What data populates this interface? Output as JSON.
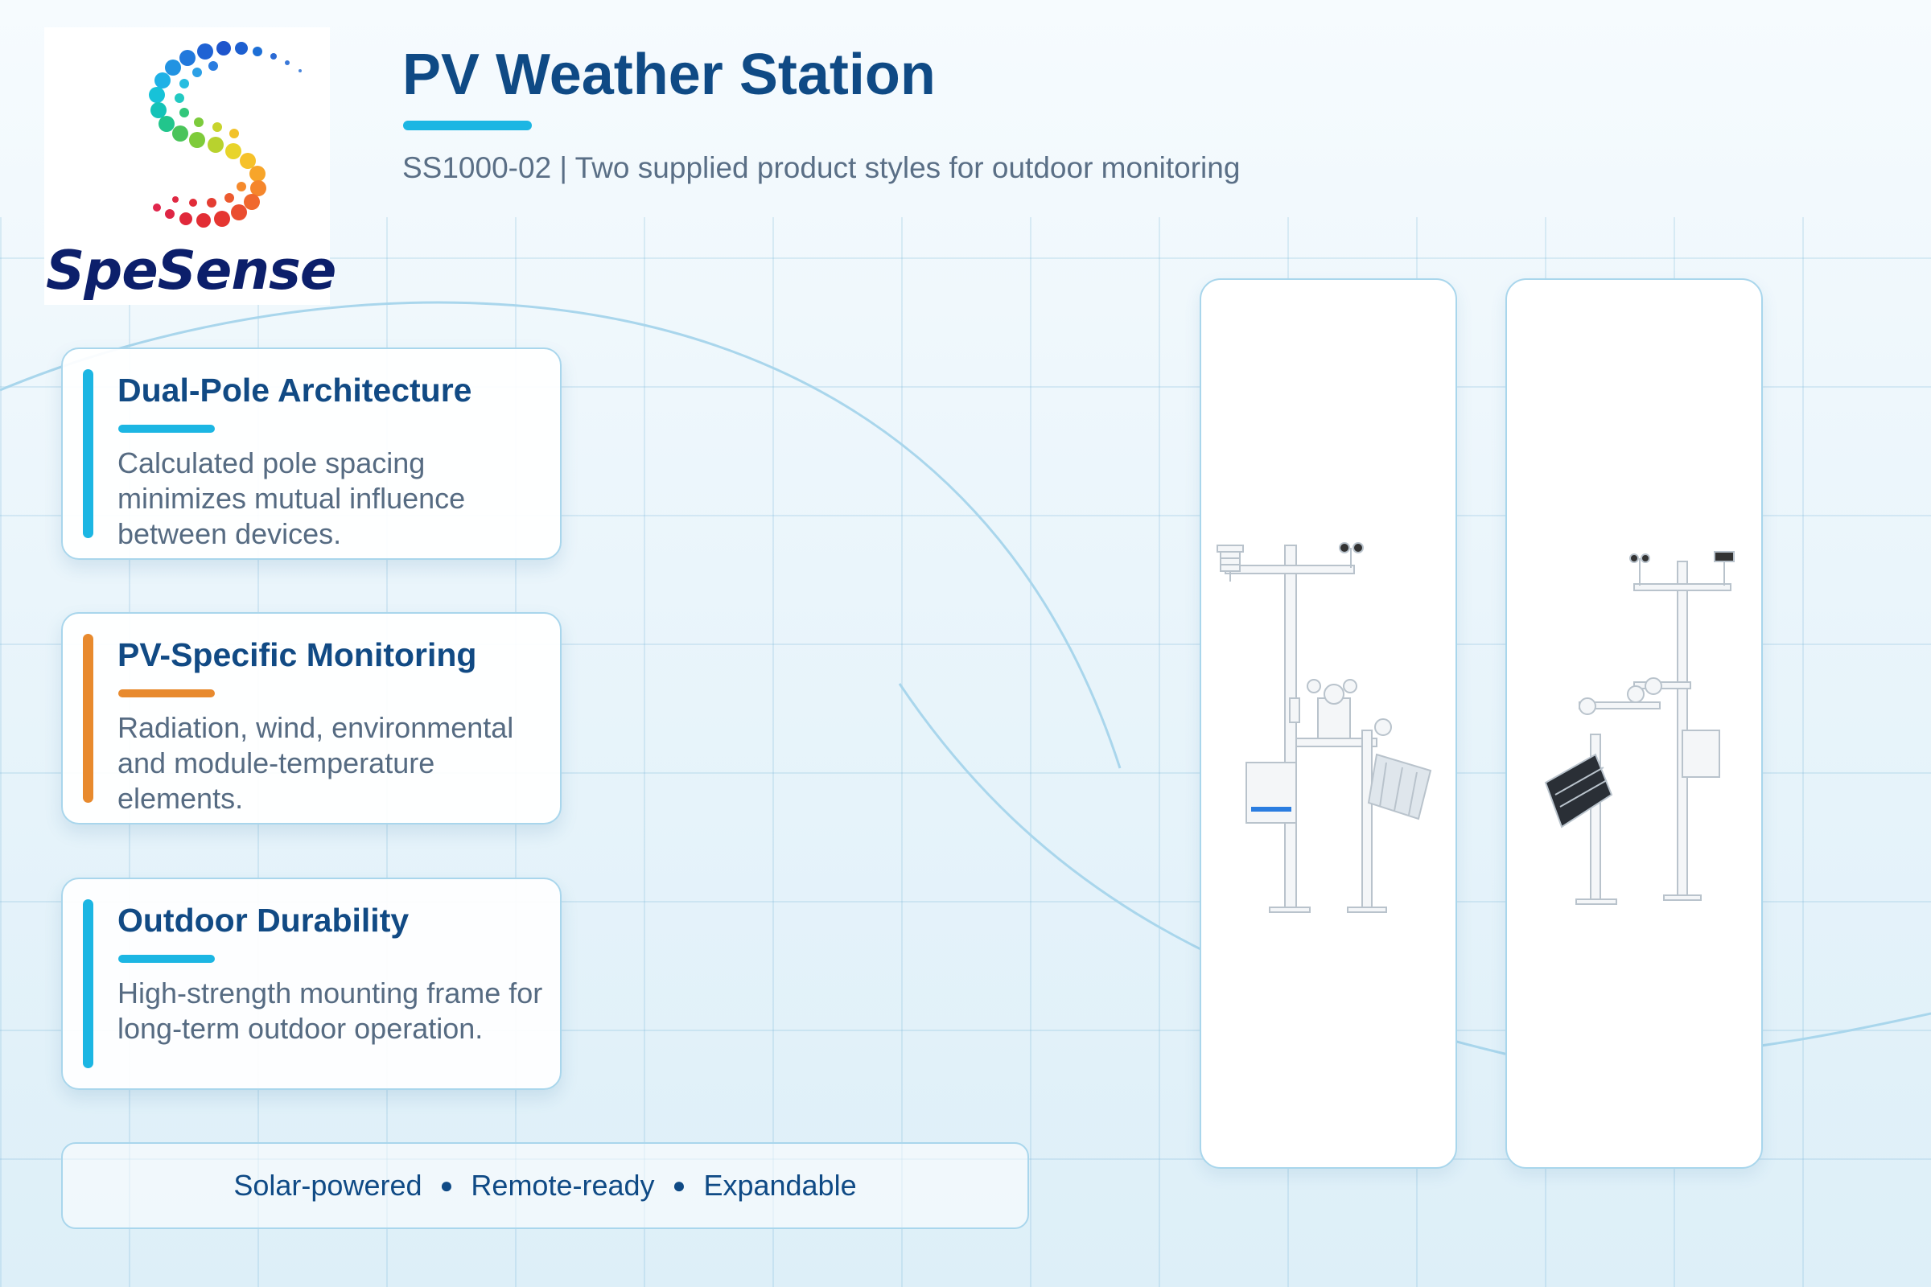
{
  "brand": {
    "name": "SpeSense"
  },
  "header": {
    "title": "PV Weather Station",
    "subtitle": "SS1000-02 | Two supplied product styles for outdoor monitoring"
  },
  "features": [
    {
      "title": "Dual-Pole Architecture",
      "body": "Calculated pole spacing minimizes mutual influence between devices.",
      "accent": "#1cb6e3"
    },
    {
      "title": "PV-Specific Monitoring",
      "body": "Radiation, wind, environmental and module-temperature elements.",
      "accent": "#e88a2e"
    },
    {
      "title": "Outdoor Durability",
      "body": "High-strength mounting frame for long-term outdoor operation.",
      "accent": "#1cb6e3"
    }
  ],
  "tags": [
    "Solar-powered",
    "Remote-ready",
    "Expandable"
  ],
  "products": [
    {
      "image": "weather-station-style-1-icon"
    },
    {
      "image": "weather-station-style-2-icon"
    }
  ],
  "colors": {
    "primary": "#0f4a85",
    "accent_blue": "#1cb6e3",
    "accent_orange": "#e88a2e",
    "body_text": "#566b82"
  }
}
